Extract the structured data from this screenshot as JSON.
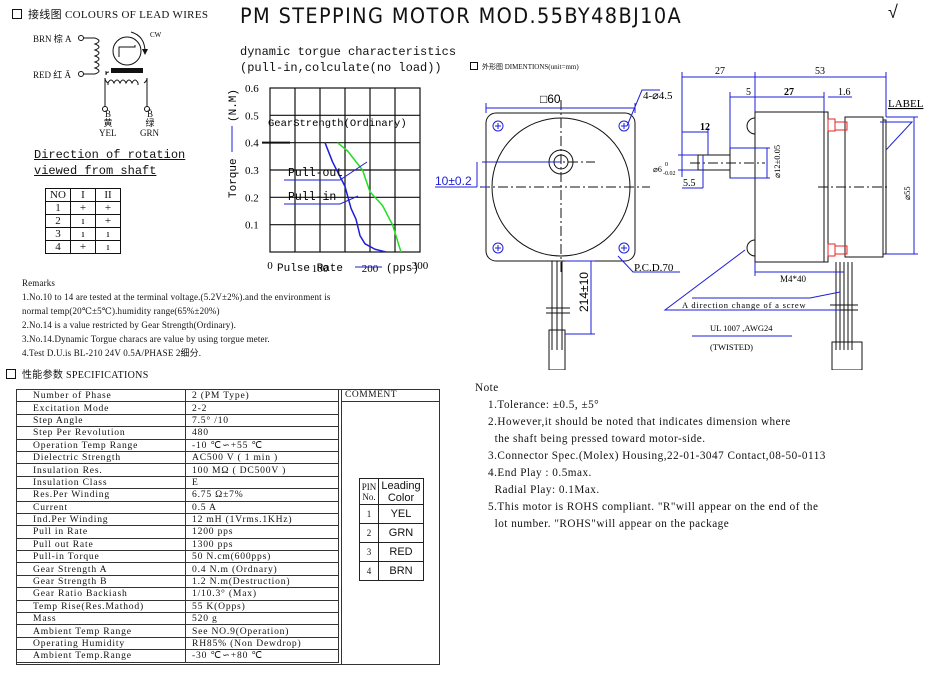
{
  "header": {
    "title": "PM STEPPING MOTOR MOD.55BY48BJ10A",
    "check_mark": "√"
  },
  "wiring": {
    "section_title": "接线图 COLOURS OF LEAD WIRES",
    "terminals": [
      {
        "label": "BRN 棕 A",
        "color": "BRN"
      },
      {
        "label": "RED 红 Ā",
        "color": "RED"
      },
      {
        "label_top": "B",
        "label_cn": "黄",
        "label_en": "YEL"
      },
      {
        "label_top": "B̄",
        "label_cn": "绿",
        "label_en": "GRN"
      }
    ],
    "rotation_label": "CW"
  },
  "rotation": {
    "title_line1": "Direction of rotation",
    "title_line2": "viewed from shaft",
    "headers": [
      "NO",
      "I",
      "II"
    ],
    "rows": [
      [
        "1",
        "+",
        "+"
      ],
      [
        "2",
        "ı",
        "+"
      ],
      [
        "3",
        "ı",
        "ı"
      ],
      [
        "4",
        "+",
        "ı"
      ]
    ]
  },
  "chart_data": {
    "type": "line",
    "title": "dynamic torgue characteristics",
    "subtitle": "(pull-in,colculate(no load))",
    "xlabel": "Pulse Rate",
    "xunit": "(pps)",
    "ylabel": "Torque",
    "yunit": "(N.M)",
    "xlim": [
      0,
      300
    ],
    "ylim": [
      0,
      0.6
    ],
    "xticks": [
      "0",
      "100",
      "200",
      "300"
    ],
    "yticks": [
      "0.6",
      "0.5",
      "0.4",
      "0.3",
      "0.2",
      "0.1"
    ],
    "xtick_values": [
      0,
      100,
      200,
      300
    ],
    "ytick_values": [
      0.6,
      0.5,
      0.4,
      0.3,
      0.2,
      0.1
    ],
    "grid": true,
    "annotation": "GearStrength(Ordinary)",
    "annotation_value": 0.4,
    "series": [
      {
        "name": "Pull-out",
        "color": "#22dd22",
        "x": [
          135,
          155,
          185,
          200,
          225,
          245,
          262
        ],
        "y": [
          0.4,
          0.37,
          0.3,
          0.22,
          0.17,
          0.1,
          0.0
        ]
      },
      {
        "name": "Pull-in",
        "color": "#1e1ed8",
        "x": [
          110,
          125,
          150,
          162,
          172,
          180,
          190,
          210,
          232
        ],
        "y": [
          0.4,
          0.33,
          0.24,
          0.16,
          0.12,
          0.06,
          0.03,
          0.01,
          0.0
        ]
      }
    ]
  },
  "remarks": {
    "title": "Remarks",
    "lines": [
      "1.No.10 to 14 are tested at the terminal voltage.(5.2V±2%).and the environment is",
      "normal temp(20℃±5℃).humidity range(65%±20%)",
      "2.No.14 is a value restricted by Gear Strength(Ordinary).",
      "3.No.14.Dynamic Torgue characs are value by using torgue meter.",
      "4.Test D.U.is BL-210  24V  0.5A/PHASE  2细分."
    ]
  },
  "specs": {
    "section_title": "性能参数 SPECIFICATIONS",
    "comment_header": "COMMENT",
    "rows": [
      [
        "Number of Phase",
        "2 (PM Type)"
      ],
      [
        "Excitation Mode",
        "2-2"
      ],
      [
        "Step Angle",
        "7.5° /10"
      ],
      [
        "Step Per Revolution",
        "480"
      ],
      [
        "Operation Temp Range",
        "-10 ℃∽+55 ℃"
      ],
      [
        "Dielectric Strength",
        "AC500 V ( 1 min )"
      ],
      [
        "Insulation Res.",
        "100 MΩ ( DC500V )"
      ],
      [
        "Insulation Class",
        "E"
      ],
      [
        "Res.Per Winding",
        "6.75 Ω±7%"
      ],
      [
        "Current",
        "0.5 A"
      ],
      [
        "Ind.Per Winding",
        "12 mH (1Vrms.1KHz)"
      ],
      [
        "Pull in Rate",
        "1200 pps"
      ],
      [
        "Pull out Rate",
        "1300 pps"
      ],
      [
        "Pull-in Torque",
        "50 N.cm(600pps)"
      ],
      [
        "Gear Strength A",
        "0.4 N.m (Ordnary)"
      ],
      [
        "Gear Strength B",
        "1.2 N.m(Destruction)"
      ],
      [
        "Gear Ratio Backiash",
        "1/10.3° (Max)"
      ],
      [
        "Temp Rise(Res.Mathod)",
        "55 K(Opps)"
      ],
      [
        "Mass",
        "520 g"
      ],
      [
        "Ambient Temp Range",
        "See NO.9(Operation)"
      ],
      [
        "Operating Humidity",
        "RH85% (Non Dewdrop)"
      ],
      [
        "Ambient Temp.Range",
        "-30 ℃∽+80 ℃"
      ]
    ],
    "pins": {
      "headers": [
        "PIN No.",
        "Leading Color"
      ],
      "rows": [
        [
          "1",
          "YEL"
        ],
        [
          "2",
          "GRN"
        ],
        [
          "3",
          "RED"
        ],
        [
          "4",
          "BRN"
        ]
      ]
    }
  },
  "dimensions": {
    "section_title": "外形图 DIMENTIONS(unit=mm)",
    "labels": {
      "square": "□60",
      "holes": "4-⌀4.5",
      "offset": "10±0.2",
      "pcd": "P.C.D.70",
      "lead_length": "214±10",
      "shaft_dia": "⌀6",
      "shaft_tol_top": "0",
      "shaft_tol_bot": "-0.02",
      "boss_dia": "⌀12±0.05",
      "flat_len": "12",
      "flat": "5.5",
      "d27a": "27",
      "d53": "53",
      "d5": "5",
      "d27b": "27",
      "d16": "1.6",
      "body_dia": "⌀55",
      "screw": "M4*40",
      "label": "LABEL",
      "screw_note": "A direction change of a screw",
      "wire": "UL 1007 ,AWG24",
      "twisted": "(TWISTED)"
    }
  },
  "notes": {
    "title": "Note",
    "lines": [
      "1.Tolerance: ±0.5, ±5°",
      "2.However,it should be noted that indicates dimension where",
      "  the shaft being pressed toward motor-side.",
      "3.Connector Spec.(Molex) Housing,22-01-3047 Contact,08-50-0113",
      "4.End Play : 0.5max.",
      "  Radial Play: 0.1Max.",
      "5.This motor is ROHS compliant. \"R\"will appear on the end of the",
      "  lot number. \"ROHS\"will appear on the package"
    ]
  }
}
